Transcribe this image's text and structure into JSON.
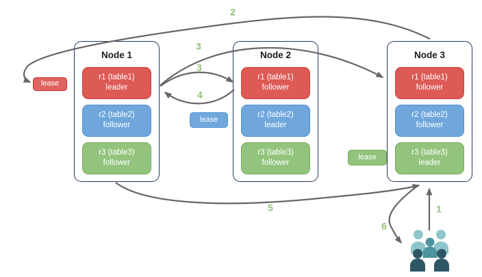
{
  "palette": {
    "arrow": "#666666",
    "step_number": "#8fbf72",
    "node_border": "#24365c",
    "replica_red_fill": "#dd5a55",
    "replica_blue_fill": "#6fa7dc",
    "replica_green_fill": "#93c47d",
    "lease_red_fill": "#e06361",
    "lease_red_border": "#cc2b2b",
    "users_light": "#8fc6cb",
    "users_medium": "#4e93a0",
    "users_dark": "#2e5766"
  },
  "nodes": [
    {
      "title": "Node 1",
      "replicas": [
        {
          "line1": "r1 (table1)",
          "line2": "leader"
        },
        {
          "line1": "r2 (table2)",
          "line2": "follower"
        },
        {
          "line1": "r3 (table3)",
          "line2": "follower"
        }
      ]
    },
    {
      "title": "Node 2",
      "replicas": [
        {
          "line1": "r1 (table1)",
          "line2": "follower"
        },
        {
          "line1": "r2 (table2)",
          "line2": "leader"
        },
        {
          "line1": "r3 (table3)",
          "line2": "follower"
        }
      ]
    },
    {
      "title": "Node 3",
      "replicas": [
        {
          "line1": "r1 (table1)",
          "line2": "follower"
        },
        {
          "line1": "r2 (table2)",
          "line2": "follower"
        },
        {
          "line1": "r3 (table3)",
          "line2": "leader"
        }
      ]
    }
  ],
  "leases": [
    {
      "label": "lease",
      "color": "red"
    },
    {
      "label": "lease",
      "color": "blue"
    },
    {
      "label": "lease",
      "color": "green"
    }
  ],
  "steps": [
    {
      "label": "1"
    },
    {
      "label": "2"
    },
    {
      "label": "3"
    },
    {
      "label": "3"
    },
    {
      "label": "4"
    },
    {
      "label": "5"
    },
    {
      "label": "6"
    }
  ],
  "icons": {
    "users": "users-group"
  }
}
